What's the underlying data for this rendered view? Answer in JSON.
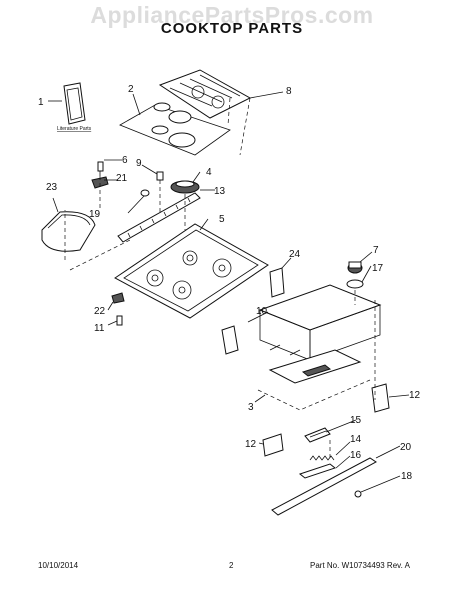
{
  "watermark": "AppliancePartsPros.com",
  "title": "COOKTOP PARTS",
  "literature_label": "Literature Parts",
  "footer": {
    "date": "10/10/2014",
    "page": "2",
    "part_no": "Part No. W10734493  Rev. A"
  },
  "callouts": [
    "1",
    "2",
    "3",
    "4",
    "5",
    "6",
    "7",
    "8",
    "9",
    "10",
    "11",
    "12",
    "12",
    "13",
    "14",
    "15",
    "16",
    "17",
    "18",
    "19",
    "20",
    "21",
    "22",
    "23",
    "24"
  ]
}
